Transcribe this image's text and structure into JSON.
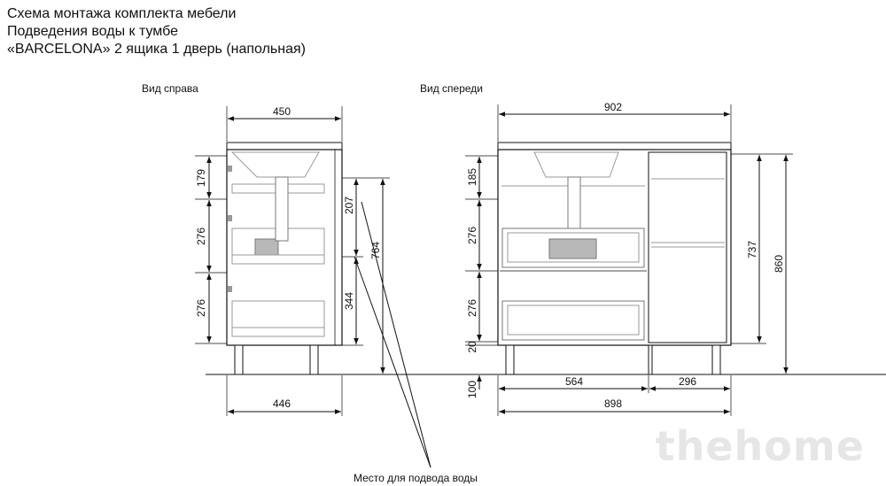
{
  "title": {
    "line1": "Схема монтажа комплекта мебели",
    "line2": "Подведения воды к тумбе",
    "line3": "«BARCELONA» 2 ящика 1 дверь (напольная)"
  },
  "side_view": {
    "label": "Вид справа",
    "dims": {
      "top_width": "450",
      "bottom_width": "446",
      "h1": "179",
      "h2": "276",
      "h3": "276",
      "pipe_h": "207",
      "pipe_from_floor": "764",
      "pipe_low": "344"
    }
  },
  "front_view": {
    "label": "Вид спереди",
    "dims": {
      "top_width": "902",
      "bottom_width": "898",
      "left_part": "564",
      "right_part": "296",
      "h1": "185",
      "h2": "276",
      "h3": "276",
      "plinth": "20",
      "legs": "100",
      "door_h": "737",
      "total_h": "860"
    }
  },
  "water_label": "Место для подвода воды",
  "watermark": "thehome",
  "colors": {
    "line": "#111111",
    "part": "#9a9a9a",
    "fill_gray": "#b8b8b8",
    "watermark": "#e6e6e6"
  }
}
